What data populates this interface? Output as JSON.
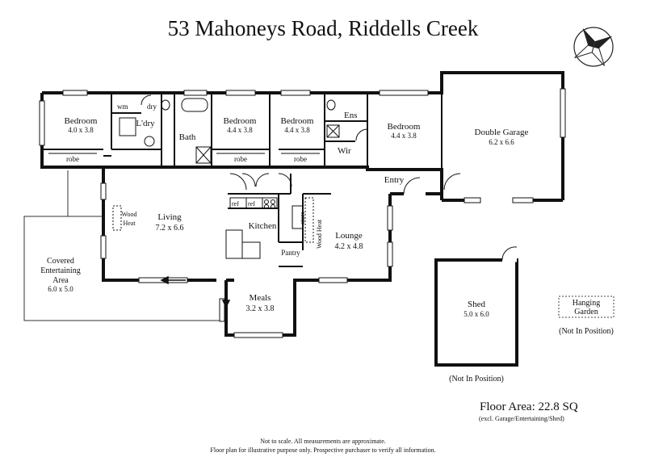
{
  "title": "53 Mahoneys Road, Riddells Creek",
  "rooms": {
    "bedroom_left": {
      "name": "Bedroom",
      "dims": "4.0 x 3.8"
    },
    "laundry": {
      "name": "L'dry"
    },
    "wm": "wm",
    "dry": "dry",
    "bath": {
      "name": "Bath"
    },
    "bedroom_2": {
      "name": "Bedroom",
      "dims": "4.4 x 3.8"
    },
    "bedroom_3": {
      "name": "Bedroom",
      "dims": "4.4 x 3.8"
    },
    "ens": {
      "name": "Ens"
    },
    "wir": {
      "name": "Wir"
    },
    "bedroom_master": {
      "name": "Bedroom",
      "dims": "4.4 x 3.8"
    },
    "garage": {
      "name": "Double Garage",
      "dims": "6.2 x 6.6"
    },
    "robe_1": "robe",
    "robe_2": "robe",
    "robe_3": "robe",
    "entry": {
      "name": "Entry"
    },
    "living": {
      "name": "Living",
      "dims": "7.2 x 6.6"
    },
    "wood_heat_living": {
      "line1": "Wood",
      "line2": "Heat"
    },
    "kitchen": {
      "name": "Kitchen"
    },
    "ref_1": "ref",
    "ref_2": "ref",
    "store": "store",
    "pantry": "Pantry",
    "wood_heat_lounge": "Wood Heat",
    "lounge": {
      "name": "Lounge",
      "dims": "4.2 x 4.8"
    },
    "entertaining": {
      "line1": "Covered",
      "line2": "Entertaining",
      "line3": "Area",
      "dims": "6.0 x 5.0"
    },
    "meals": {
      "name": "Meals",
      "dims": "3.2 x 3.8"
    },
    "shed": {
      "name": "Shed",
      "dims": "5.0 x 6.0"
    },
    "hanging_garden": {
      "line1": "Hanging",
      "line2": "Garden"
    }
  },
  "notes": {
    "garden_not_in_position": "(Not In Position)",
    "shed_not_in_position": "(Not In Position)"
  },
  "floor_area": {
    "main": "Floor Area: 22.8 SQ",
    "sub": "(excl. Garage/Entertaining/Shed)"
  },
  "disclaimer": {
    "line1": "Not to scale. All measurements are approximate.",
    "line2": "Floor plan for illustrative purpose only. Prospective purchaser to verify all information."
  },
  "icons": {
    "compass": "compass-rose-icon"
  }
}
